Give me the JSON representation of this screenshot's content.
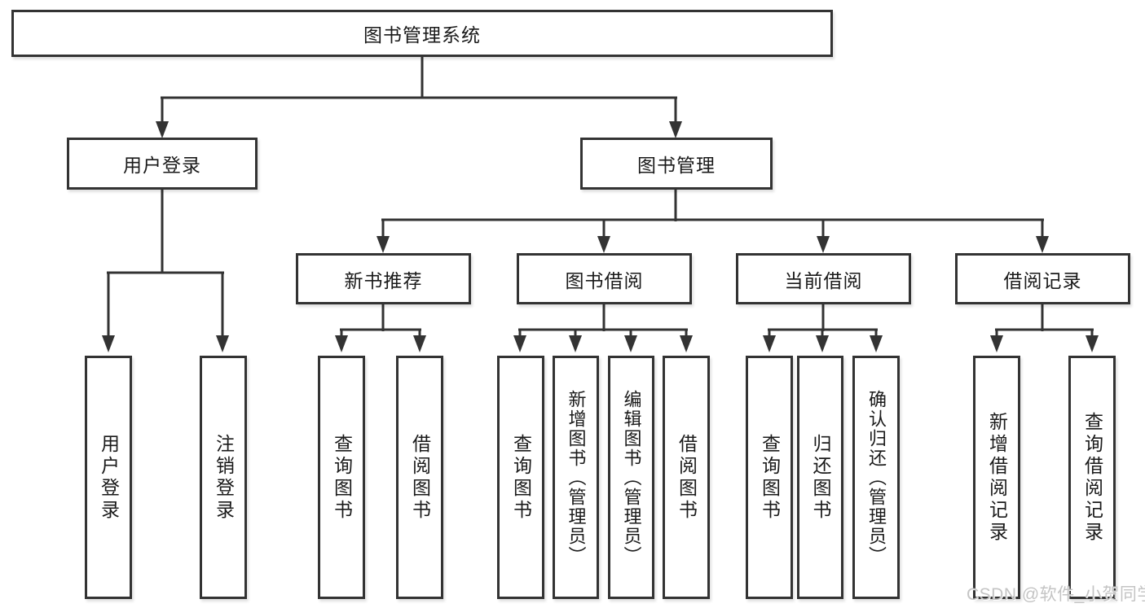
{
  "title": {
    "label": "图书管理系统"
  },
  "level2": [
    {
      "label": "用户登录"
    },
    {
      "label": "图书管理"
    }
  ],
  "level3": [
    {
      "label": "新书推荐"
    },
    {
      "label": "图书借阅"
    },
    {
      "label": "当前借阅"
    },
    {
      "label": "借阅记录"
    }
  ],
  "leaves": [
    {
      "label": "用户登录"
    },
    {
      "label": "注销登录"
    },
    {
      "label": "查询图书"
    },
    {
      "label": "借阅图书"
    },
    {
      "label": "查询图书"
    },
    {
      "label": "新增图书（管理员）"
    },
    {
      "label": "编辑图书（管理员）"
    },
    {
      "label": "借阅图书"
    },
    {
      "label": "查询图书"
    },
    {
      "label": "归还图书"
    },
    {
      "label": "确认归还（管理员）"
    },
    {
      "label": "新增借阅记录"
    },
    {
      "label": "查询借阅记录"
    }
  ],
  "watermark": {
    "text": "CSDN @软件_小贺同学"
  },
  "colors": {
    "line": "#333333",
    "box_border": "#333333",
    "box_fill": "#ffffff",
    "text": "#1a1a1a",
    "watermark": "#c4c4c4",
    "background": "#ffffff"
  }
}
